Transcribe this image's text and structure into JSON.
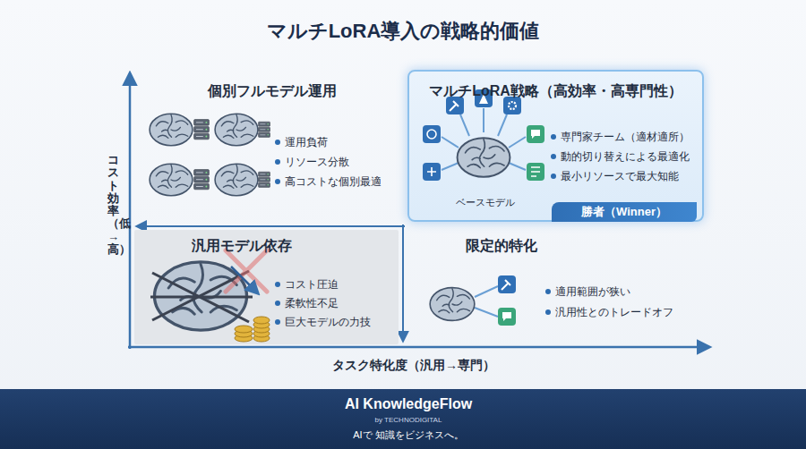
{
  "diagram": {
    "title": "マルチLoRA導入の戦略的価値",
    "nodes": [
      {
        "text": [
          "個別フルモデル運用",
          "運用負荷",
          "リソース分散",
          "高コストな個別最適"
        ]
      },
      {
        "text": [
          "マルチLoRA戦略（高効率・高専門性）",
          "専門家チーム（適材適所）",
          "動的切り替えによる最適化",
          "最小リソースで最大知能",
          "ベースモデル"
        ]
      },
      {
        "text": [
          "勝者（Winner）"
        ],
        "in": 1
      },
      {
        "text": [
          "汎用モデル依存",
          "コスト圧迫",
          "柔軟性不足",
          "巨大モデルの力技"
        ]
      },
      {
        "text": [
          "限定的特化",
          "適用範囲が狭い",
          "汎用性とのトレードオフ"
        ]
      },
      {
        "text": [
          "AI KnowledgeFlow",
          "by TECHNODIGITAL",
          "AIで 知識をビジネスへ。"
        ]
      }
    ],
    "labels": [
      "コスト効率（低→高）",
      "タスク特化度（汎用→専門）"
    ]
  }
}
